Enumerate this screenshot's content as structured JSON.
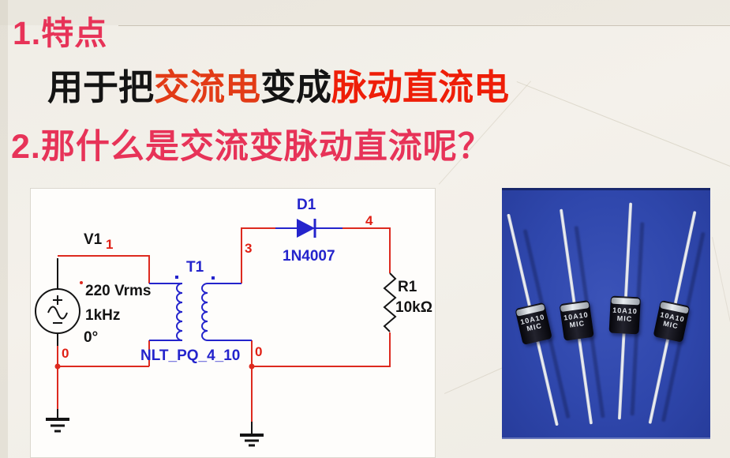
{
  "headings": {
    "point1": "1.特点",
    "desc_part1": "用于把",
    "desc_part2": "交流电",
    "desc_part3": "变成",
    "desc_part4": "脉动直流电",
    "point2": "2.那什么是交流变脉动直流呢？"
  },
  "circuit": {
    "source": {
      "ref": "V1",
      "voltage": "220 Vrms",
      "frequency": "1kHz",
      "phase": "0°"
    },
    "transformer": {
      "ref": "T1",
      "model": "NLT_PQ_4_10"
    },
    "diode": {
      "ref": "D1",
      "model": "1N4007"
    },
    "resistor": {
      "ref": "R1",
      "value": "10kΩ"
    },
    "nodes": {
      "n1": "1",
      "n3": "3",
      "n4": "4",
      "n0_left": "0",
      "n0_right": "0"
    }
  },
  "photo": {
    "component_marking_line1": "10A10",
    "component_marking_line2": "MIC"
  },
  "colors": {
    "heading_pink": "#e73358",
    "emphasis_red_1": "#e23b16",
    "emphasis_red_2": "#ee1e08",
    "wire_red": "#dd2a1f",
    "component_blue": "#2424cc",
    "photo_background_blue": "#2f47ac"
  }
}
